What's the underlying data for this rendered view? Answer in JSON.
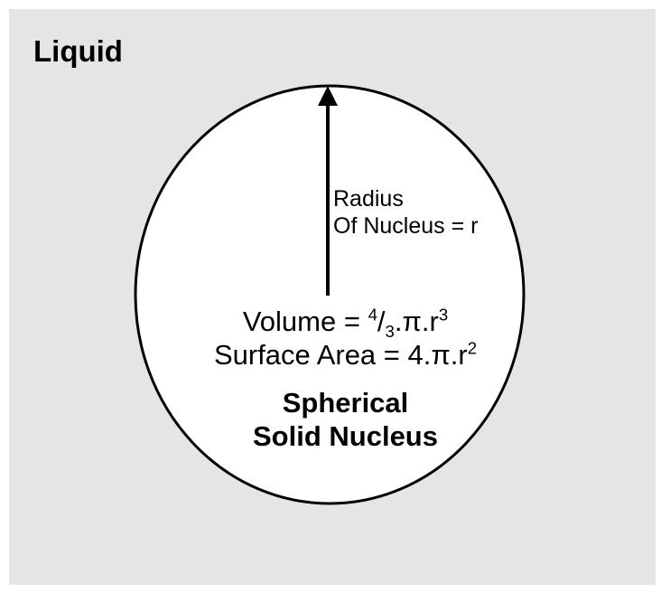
{
  "medium_label": "Liquid",
  "radius_label": {
    "line1": "Radius",
    "line2": "Of Nucleus = r"
  },
  "volume": {
    "prefix": "Volume = ",
    "frac_num": "4",
    "frac_den": "3",
    "suffix": ".π.r",
    "exponent": "3"
  },
  "surface_area": {
    "prefix": "Surface Area = 4.π.r",
    "exponent": "2"
  },
  "nucleus_label": {
    "line1": "Spherical",
    "line2": "Solid Nucleus"
  },
  "colors": {
    "background": "#e5e5e5",
    "nucleus_fill": "#ffffff",
    "stroke": "#000000"
  }
}
